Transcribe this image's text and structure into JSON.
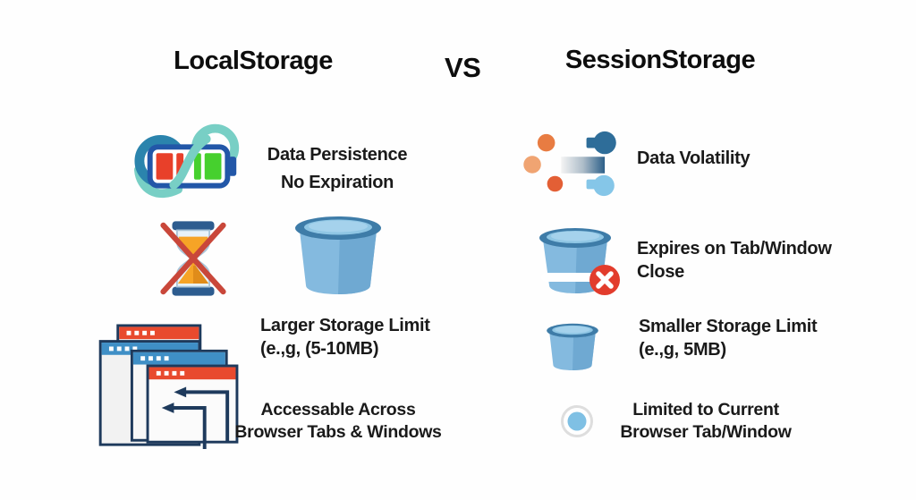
{
  "header": {
    "left_title": "LocalStorage",
    "vs_label": "VS",
    "right_title": "SessionStorage"
  },
  "left_column": {
    "persistence": {
      "line1": "Data Persistence",
      "line2": "No Expiration"
    },
    "storage_limit": {
      "line1": "Larger Storage Limit",
      "line2": "(e.,g, (5-10MB)"
    },
    "access": {
      "line1": "Accessable Across",
      "line2": "Browser Tabs & Windows"
    }
  },
  "right_column": {
    "volatility": {
      "line1": "Data Volatility"
    },
    "expires": {
      "line1": "Expires on Tab/Window",
      "line2": "Close"
    },
    "storage_limit": {
      "line1": "Smaller Storage Limit",
      "line2": "(e.,g, 5MB)"
    },
    "scope": {
      "line1": "Limited to Current",
      "line2": "Browser Tab/Window"
    }
  },
  "icons": [
    "infinity-battery-icon",
    "hourglass-crossed-icon",
    "bucket-large-icon",
    "browser-windows-stack-icon",
    "scatter-volatility-icon",
    "bucket-cross-icon",
    "bucket-small-icon",
    "session-scope-dot-icon"
  ],
  "colors": {
    "background": "#fefefe",
    "text": "#121212",
    "infinity_dark_blue": "#2b84ad",
    "infinity_teal": "#78cfc5",
    "battery_border": "#2257a8",
    "battery_red": "#e8402a",
    "battery_green": "#46d02e",
    "hourglass_cap": "#2d5c8f",
    "hourglass_sand": "#f6a426",
    "cross_red": "#c9473a",
    "bucket_rim": "#3e7ca8",
    "bucket_body": "#84badf",
    "bucket_shade": "#6fa9d2",
    "error_red": "#e23c2c",
    "window_outline": "#1e3a5c",
    "window_red_header": "#e84a2e",
    "window_blue_header": "#3f8fc6",
    "dot_orange": "#e87c42",
    "dot_dark_blue": "#2e6d99",
    "dot_light_blue": "#85c6e8"
  }
}
